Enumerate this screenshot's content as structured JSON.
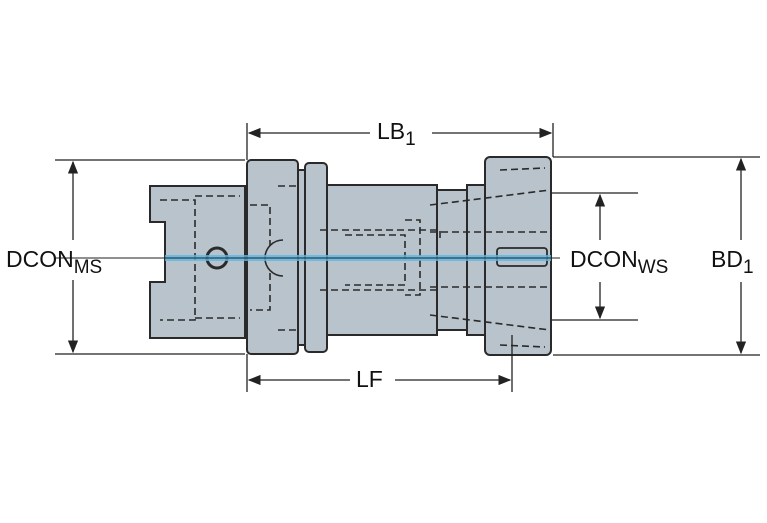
{
  "labels": {
    "lb1": {
      "main": "LB",
      "sub": "1"
    },
    "lf": {
      "main": "LF"
    },
    "dcon_ms": {
      "main": "DCON",
      "sub": "MS"
    },
    "dcon_ws": {
      "main": "DCON",
      "sub": "WS"
    },
    "bd1": {
      "main": "BD",
      "sub": "1"
    }
  },
  "colors": {
    "body": "#b8c3cb",
    "outline": "#2a2a2a",
    "centerline": "#5bb8e6"
  }
}
